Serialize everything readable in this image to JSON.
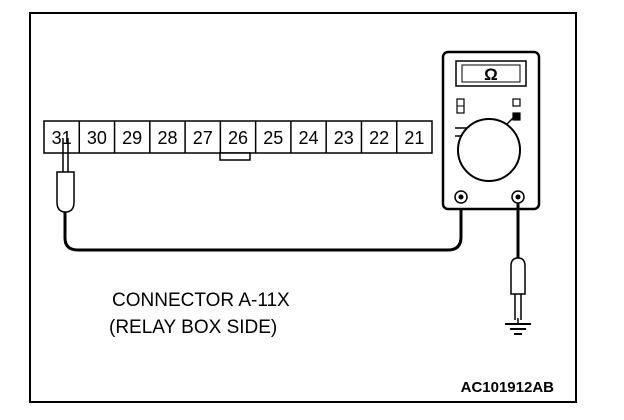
{
  "connector": {
    "pins": [
      "31",
      "30",
      "29",
      "28",
      "27",
      "26",
      "25",
      "24",
      "23",
      "22",
      "21"
    ],
    "caption_line1": "CONNECTOR A-11X",
    "caption_line2": "(RELAY BOX SIDE)"
  },
  "meter": {
    "display": "Ω"
  },
  "figure_code": "AC101912AB"
}
